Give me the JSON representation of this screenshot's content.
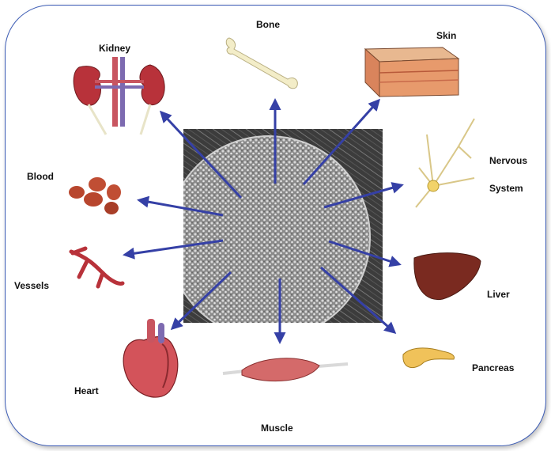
{
  "center": {
    "name": "stem cell colony (micrograph)"
  },
  "targets": [
    {
      "id": "bone",
      "label": "Bone"
    },
    {
      "id": "skin",
      "label": "Skin"
    },
    {
      "id": "kidney",
      "label": "Kidney"
    },
    {
      "id": "nervous",
      "label_line1": "Nervous",
      "label_line2": "System"
    },
    {
      "id": "blood",
      "label": "Blood"
    },
    {
      "id": "liver",
      "label": "Liver"
    },
    {
      "id": "vessels",
      "label": "Vessels"
    },
    {
      "id": "pancreas",
      "label": "Pancreas"
    },
    {
      "id": "heart",
      "label": "Heart"
    },
    {
      "id": "muscle",
      "label": "Muscle"
    }
  ],
  "colors": {
    "arrow": "#3540a6",
    "frame": "#3b5bb5",
    "organ_red": "#b8323a",
    "bone": "#f3edc8"
  }
}
